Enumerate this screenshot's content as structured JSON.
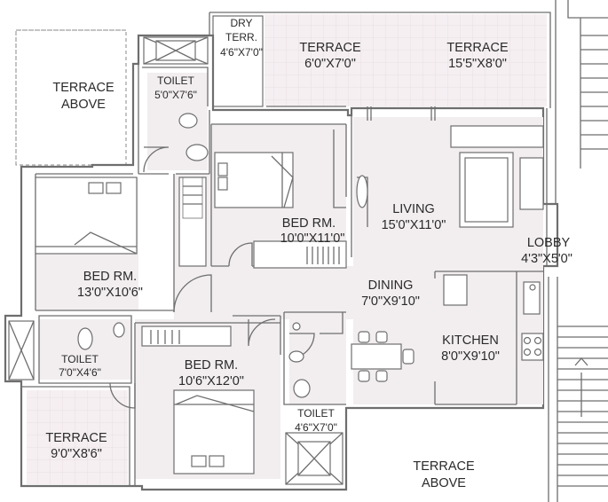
{
  "rooms": {
    "dry_terrace": {
      "name_line1": "DRY",
      "name_line2": "TERR.",
      "size": "4'6\"X7'0\""
    },
    "terrace_top_left": {
      "name": "TERRACE",
      "size": "6'0\"X7'0\""
    },
    "terrace_top_right": {
      "name": "TERRACE",
      "size": "15'5\"X8'0\""
    },
    "terrace_above_left": {
      "name_line1": "TERRACE",
      "name_line2": "ABOVE"
    },
    "toilet_top": {
      "name": "TOILET",
      "size": "5'0\"X7'6\""
    },
    "bed_middle": {
      "name": "BED RM.",
      "size": "10'0\"X11'0\""
    },
    "living": {
      "name": "LIVING",
      "size": "15'0\"X11'0\""
    },
    "lobby": {
      "name": "LOBBY",
      "size": "4'3\"X5'0\""
    },
    "bed_left": {
      "name": "BED RM.",
      "size": "13'0\"X10'6\""
    },
    "dining": {
      "name": "DINING",
      "size": "7'0\"X9'10\""
    },
    "kitchen": {
      "name": "KITCHEN",
      "size": "8'0\"X9'10\""
    },
    "toilet_left": {
      "name": "TOILET",
      "size": "7'0\"X4'6\""
    },
    "bed_bottom": {
      "name": "BED RM.",
      "size": "10'6\"X12'0\""
    },
    "toilet_bottom": {
      "name": "TOILET",
      "size": "4'6\"X7'0\""
    },
    "terrace_bottom_left": {
      "name": "TERRACE",
      "size": "9'0\"X8'6\""
    },
    "terrace_above_bottom": {
      "name_line1": "TERRACE",
      "name_line2": "ABOVE"
    }
  },
  "colors": {
    "wall": "#6e6e6e",
    "floor": "#f2eef0",
    "terrace_grid": "#e4d9de"
  }
}
